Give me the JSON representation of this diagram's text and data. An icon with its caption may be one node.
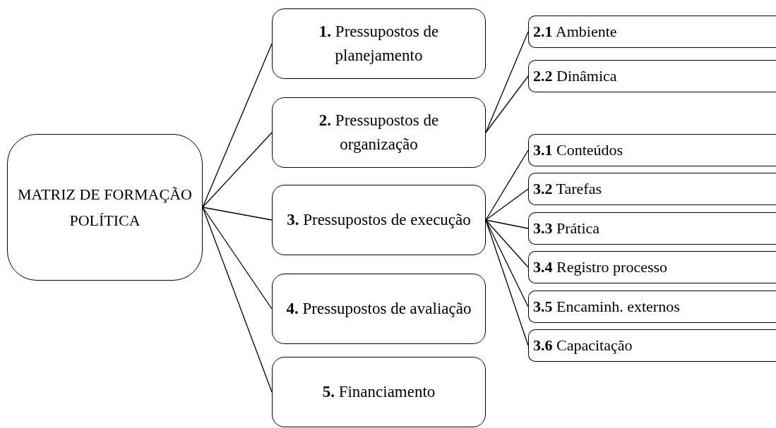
{
  "diagram": {
    "nodes": [
      {
        "text": [
          "MATRIZ DE FORMAÇÃO POLÍTICA"
        ]
      },
      {
        "text": [
          "**1.** Pressupostos de planejamento"
        ]
      },
      {
        "text": [
          "**2.** Pressupostos de organização"
        ]
      },
      {
        "text": [
          "**3.** Pressupostos de execução"
        ]
      },
      {
        "text": [
          "**4.** Pressupostos de avaliação"
        ]
      },
      {
        "text": [
          "**5.** Financiamento"
        ]
      },
      {
        "text": [
          "**2.1** Ambiente"
        ]
      },
      {
        "text": [
          "**2.2** Dinâmica"
        ]
      },
      {
        "text": [
          "**3.1** Conteúdos"
        ]
      },
      {
        "text": [
          "**3.2** Tarefas"
        ]
      },
      {
        "text": [
          "**3.3** Prática"
        ]
      },
      {
        "text": [
          "**3.4** Registro processo"
        ]
      },
      {
        "text": [
          "**3.5** Encaminh. externos"
        ]
      },
      {
        "text": [
          "**3.6** Capacitação"
        ]
      }
    ],
    "edges": [
      {
        "from": 0,
        "to": 1,
        "arrow": "none"
      },
      {
        "from": 0,
        "to": 2,
        "arrow": "none"
      },
      {
        "from": 0,
        "to": 3,
        "arrow": "none"
      },
      {
        "from": 0,
        "to": 4,
        "arrow": "none"
      },
      {
        "from": 0,
        "to": 5,
        "arrow": "none"
      },
      {
        "from": 2,
        "to": 6,
        "arrow": "none"
      },
      {
        "from": 2,
        "to": 7,
        "arrow": "none"
      },
      {
        "from": 3,
        "to": 8,
        "arrow": "none"
      },
      {
        "from": 3,
        "to": 9,
        "arrow": "none"
      },
      {
        "from": 3,
        "to": 10,
        "arrow": "none"
      },
      {
        "from": 3,
        "to": 11,
        "arrow": "none"
      },
      {
        "from": 3,
        "to": 12,
        "arrow": "none"
      },
      {
        "from": 3,
        "to": 13,
        "arrow": "none"
      }
    ]
  }
}
